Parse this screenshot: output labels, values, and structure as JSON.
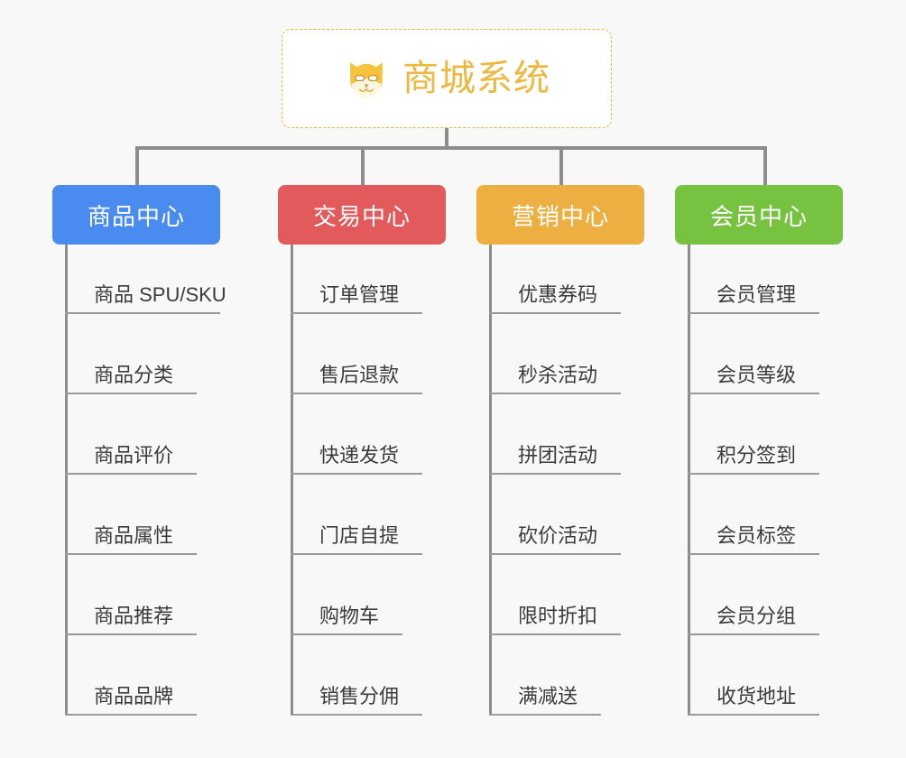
{
  "root": {
    "title": "商城系统",
    "icon": "dog-face-icon",
    "color": "#eeb73e",
    "border_style": "dashed"
  },
  "connector_color": "#8c8c8c",
  "background": "#f8f8f8",
  "columns": [
    {
      "id": "product-center",
      "label": "商品中心",
      "color": "#4a8bf0",
      "leaves": [
        "商品 SPU/SKU",
        "商品分类",
        "商品评价",
        "商品属性",
        "商品推荐",
        "商品品牌"
      ]
    },
    {
      "id": "trade-center",
      "label": "交易中心",
      "color": "#e25a5c",
      "leaves": [
        "订单管理",
        "售后退款",
        "快递发货",
        "门店自提",
        "购物车",
        "销售分佣"
      ]
    },
    {
      "id": "marketing-center",
      "label": "营销中心",
      "color": "#edaf42",
      "leaves": [
        "优惠券码",
        "秒杀活动",
        "拼团活动",
        "砍价活动",
        "限时折扣",
        "满减送"
      ]
    },
    {
      "id": "member-center",
      "label": "会员中心",
      "color": "#77c240",
      "leaves": [
        "会员管理",
        "会员等级",
        "积分签到",
        "会员标签",
        "会员分组",
        "收货地址"
      ]
    }
  ]
}
